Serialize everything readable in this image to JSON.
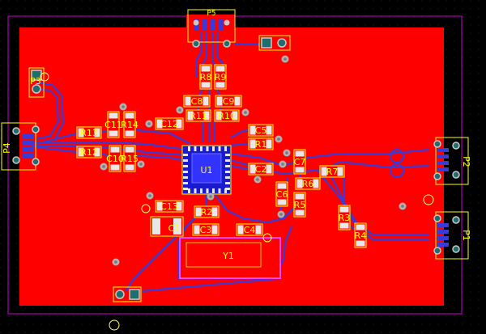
{
  "colors": {
    "background": "#000000",
    "copper_top": "#ff0000",
    "trace_bottom": "#3a3ad8",
    "silkscreen": "#ffff00",
    "board_outline": "#cc00cc",
    "pad_via": "#c8c8c8",
    "pad_hole": "#1e6e6e"
  },
  "components": {
    "u1": "U1",
    "y1": "Y1",
    "c1": "C1",
    "c2": "C2",
    "c3": "C3",
    "c4": "C4",
    "c5": "C5",
    "c6": "C6",
    "c7": "C7",
    "c8": "C8",
    "c9": "C9",
    "c10": "C10",
    "c11": "C11",
    "c12": "C12",
    "c13": "C13",
    "r1": "R1",
    "r2": "R2",
    "r3": "R3",
    "r4": "R4",
    "r5": "R5",
    "r6": "R6",
    "r7": "R7",
    "r8": "R8",
    "r9": "R9",
    "r10": "R10",
    "r11": "R11",
    "r12": "R12",
    "r13": "R13",
    "r14": "R14",
    "r15": "R15",
    "p1": "P1",
    "p2": "P2",
    "p3": "P3",
    "p4": "P4",
    "p5": "P5"
  }
}
